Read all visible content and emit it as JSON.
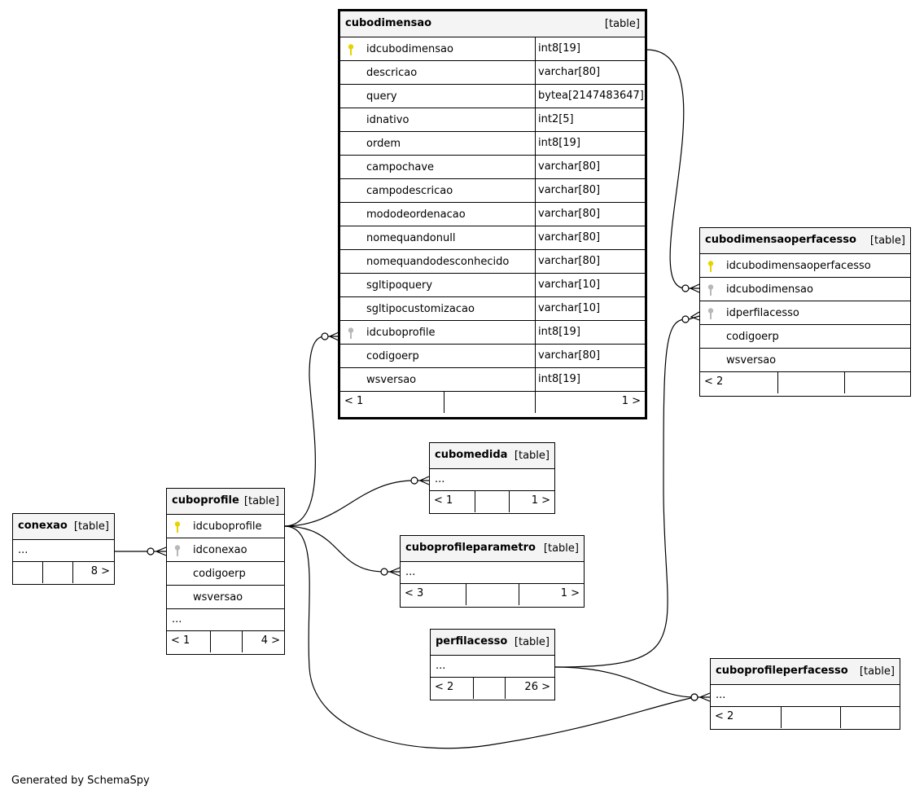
{
  "diagram": {
    "generated_by": "Generated by SchemaSpy",
    "colors": {
      "primary_key": "#e6d400",
      "foreign_key": "#b8b8b8",
      "header_bg": "#f4f4f4"
    },
    "tables": {
      "cubodimensao": {
        "name": "cubodimensao",
        "type": "[table]",
        "columns": [
          {
            "name": "idcubodimensao",
            "type": "int8[19]",
            "key": "primary-key-icon"
          },
          {
            "name": "descricao",
            "type": "varchar[80]"
          },
          {
            "name": "query",
            "type": "bytea[2147483647]"
          },
          {
            "name": "idnativo",
            "type": "int2[5]"
          },
          {
            "name": "ordem",
            "type": "int8[19]"
          },
          {
            "name": "campochave",
            "type": "varchar[80]"
          },
          {
            "name": "campodescricao",
            "type": "varchar[80]"
          },
          {
            "name": "mododeordenacao",
            "type": "varchar[80]"
          },
          {
            "name": "nomequandonull",
            "type": "varchar[80]"
          },
          {
            "name": "nomequandodesconhecido",
            "type": "varchar[80]"
          },
          {
            "name": "sgltipoquery",
            "type": "varchar[10]"
          },
          {
            "name": "sgltipocustomizacao",
            "type": "varchar[10]"
          },
          {
            "name": "idcuboprofile",
            "type": "int8[19]",
            "key": "foreign-key-icon"
          },
          {
            "name": "codigoerp",
            "type": "varchar[80]"
          },
          {
            "name": "wsversao",
            "type": "int8[19]"
          }
        ],
        "footer": {
          "parents": "< 1",
          "rows": "",
          "children": "1 >"
        }
      },
      "cubodimensaoperfacesso": {
        "name": "cubodimensaoperfacesso",
        "type": "[table]",
        "columns": [
          {
            "name": "idcubodimensaoperfacesso",
            "key": "primary-key-icon"
          },
          {
            "name": "idcubodimensao",
            "key": "foreign-key-icon"
          },
          {
            "name": "idperfilacesso",
            "key": "foreign-key-icon"
          },
          {
            "name": "codigoerp"
          },
          {
            "name": "wsversao"
          }
        ],
        "footer": {
          "parents": "< 2",
          "rows": "",
          "children": ""
        }
      },
      "cubomedida": {
        "name": "cubomedida",
        "type": "[table]",
        "ellipsis": "...",
        "footer": {
          "parents": "< 1",
          "rows": "",
          "children": "1 >"
        }
      },
      "cuboprofile": {
        "name": "cuboprofile",
        "type": "[table]",
        "columns": [
          {
            "name": "idcuboprofile",
            "key": "primary-key-icon"
          },
          {
            "name": "idconexao",
            "key": "foreign-key-icon"
          },
          {
            "name": "codigoerp"
          },
          {
            "name": "wsversao"
          }
        ],
        "ellipsis": "...",
        "footer": {
          "parents": "< 1",
          "rows": "",
          "children": "4 >"
        }
      },
      "conexao": {
        "name": "conexao",
        "type": "[table]",
        "ellipsis": "...",
        "footer": {
          "parents": "",
          "rows": "",
          "children": "8 >"
        }
      },
      "cuboprofileparametro": {
        "name": "cuboprofileparametro",
        "type": "[table]",
        "ellipsis": "...",
        "footer": {
          "parents": "< 3",
          "rows": "",
          "children": "1 >"
        }
      },
      "perfilacesso": {
        "name": "perfilacesso",
        "type": "[table]",
        "ellipsis": "...",
        "footer": {
          "parents": "< 2",
          "rows": "",
          "children": "26 >"
        }
      },
      "cuboprofileperfacesso": {
        "name": "cuboprofileperfacesso",
        "type": "[table]",
        "ellipsis": "...",
        "footer": {
          "parents": "< 2",
          "rows": "",
          "children": ""
        }
      }
    }
  }
}
